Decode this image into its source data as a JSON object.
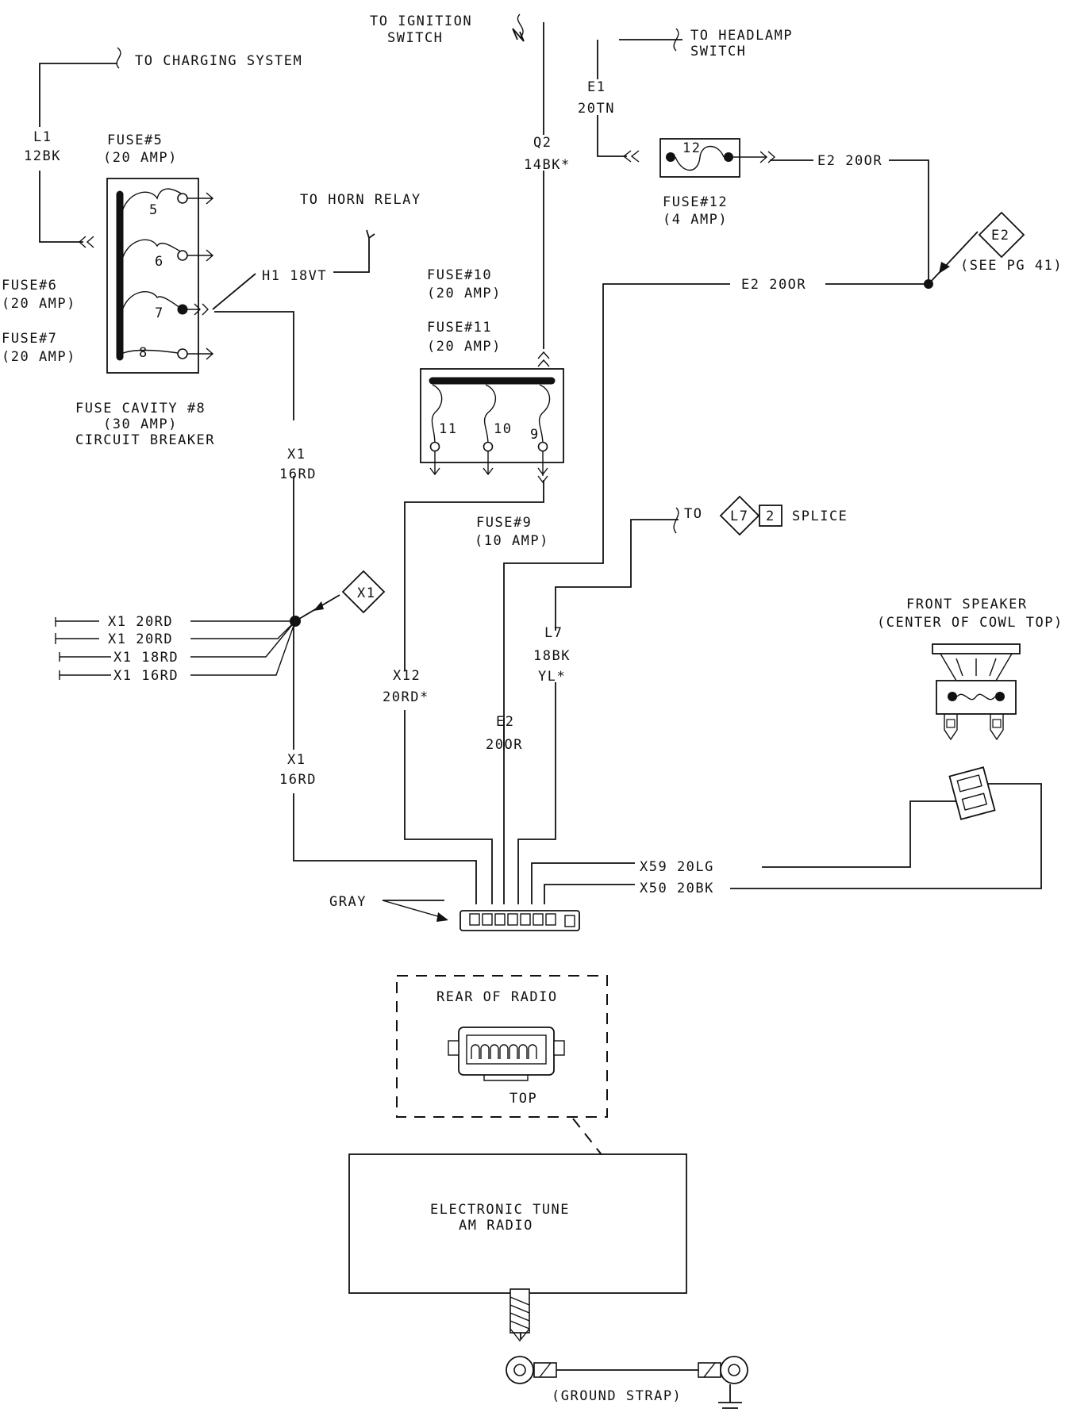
{
  "labels": {
    "to_charging": "TO CHARGING SYSTEM",
    "l1_code": "L1",
    "l1_wire": "12BK",
    "fuse5": "FUSE#5",
    "fuse5_amp": "(20 AMP)",
    "fuse6": "FUSE#6",
    "fuse6_amp": "(20 AMP)",
    "fuse7": "FUSE#7",
    "fuse7_amp": "(20 AMP)",
    "cavity_line1": "FUSE CAVITY #8",
    "cavity_line2": "(30 AMP)",
    "cavity_line3": "CIRCUIT BREAKER",
    "n5": "5",
    "n6": "6",
    "n7": "7",
    "n8": "8",
    "to_horn": "TO HORN RELAY",
    "h1_wire": "H1 18VT",
    "to_ignition_1": "TO IGNITION",
    "to_ignition_2": "SWITCH",
    "q2_code": "Q2",
    "q2_wire": "14BK*",
    "to_headlamp_1": "TO HEADLAMP",
    "to_headlamp_2": "SWITCH",
    "e1_code": "E1",
    "e1_wire": "20TN",
    "n12": "12",
    "fuse12": "FUSE#12",
    "fuse12_amp": "(4 AMP)",
    "e2_top": "E2 20OR",
    "e2_mid": "E2 20OR",
    "e2_diamond": "E2",
    "see_pg": "(SEE PG 41)",
    "fuse10": "FUSE#10",
    "fuse10_amp": "(20 AMP)",
    "fuse11": "FUSE#11",
    "fuse11_amp": "(20 AMP)",
    "n11": "11",
    "n10": "10",
    "n9": "9",
    "fuse9": "FUSE#9",
    "fuse9_amp": "(10 AMP)",
    "x1_upper_code": "X1",
    "x1_upper_wire": "16RD",
    "x1_diamond": "X1",
    "x1_20rd_a": "X1 20RD",
    "x1_20rd_b": "X1 20RD",
    "x1_18rd": "X1 18RD",
    "x1_16rd": "X1 16RD",
    "to_splice_to": "TO",
    "l7_diamond": "L7",
    "l7_box": "2",
    "splice": "SPLICE",
    "l7_code": "L7",
    "l7_wire1": "18BK",
    "l7_wire2": "YL*",
    "x12_code": "X12",
    "x12_wire": "20RD*",
    "e2_code": "E2",
    "e2_wire": "20OR",
    "x1_lower_code": "X1",
    "x1_lower_wire": "16RD",
    "front_speaker_1": "FRONT SPEAKER",
    "front_speaker_2": "(CENTER OF COWL TOP)",
    "x59": "X59 20LG",
    "x50": "X50 20BK",
    "gray": "GRAY",
    "rear_radio": "REAR OF RADIO",
    "top": "TOP",
    "radio_1": "ELECTRONIC TUNE",
    "radio_2": "AM RADIO",
    "ground": "(GROUND STRAP)"
  },
  "colors": {
    "line": "#111111",
    "background": "#ffffff"
  }
}
